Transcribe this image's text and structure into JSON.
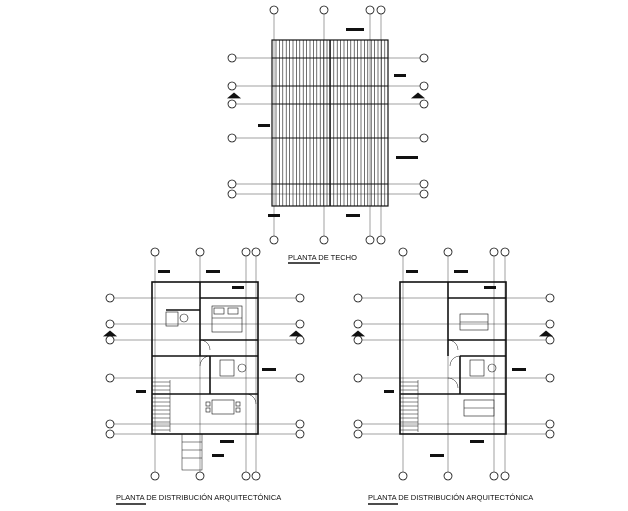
{
  "captions": {
    "roof": "PLANTA DE TECHO",
    "floor_left": "PLANTA DE DISTRIBUCIÓN ARQUITECTÓNICA",
    "floor_right": "PLANTA DE DISTRIBUCIÓN ARQUITECTÓNICA"
  },
  "colors": {
    "line": "#111111",
    "paper": "#ffffff"
  }
}
